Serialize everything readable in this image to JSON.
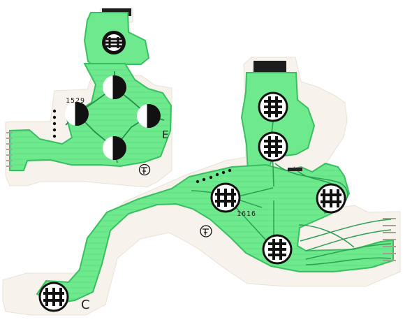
{
  "image": {
    "board_e_label": "E",
    "board_c_label": "C",
    "board_e_code": "1529",
    "board_c_code": "1616",
    "colors": {
      "green": "#6ee98d",
      "green_dark": "#22a64d",
      "sheet": "#f7f3ec",
      "contact_black": "#101010",
      "contact_white": "#ffffff",
      "connector": "#1d1d1d"
    },
    "icons": [
      "logo-mark-icon",
      "button-contact-icon",
      "connector-pin-icon"
    ]
  }
}
